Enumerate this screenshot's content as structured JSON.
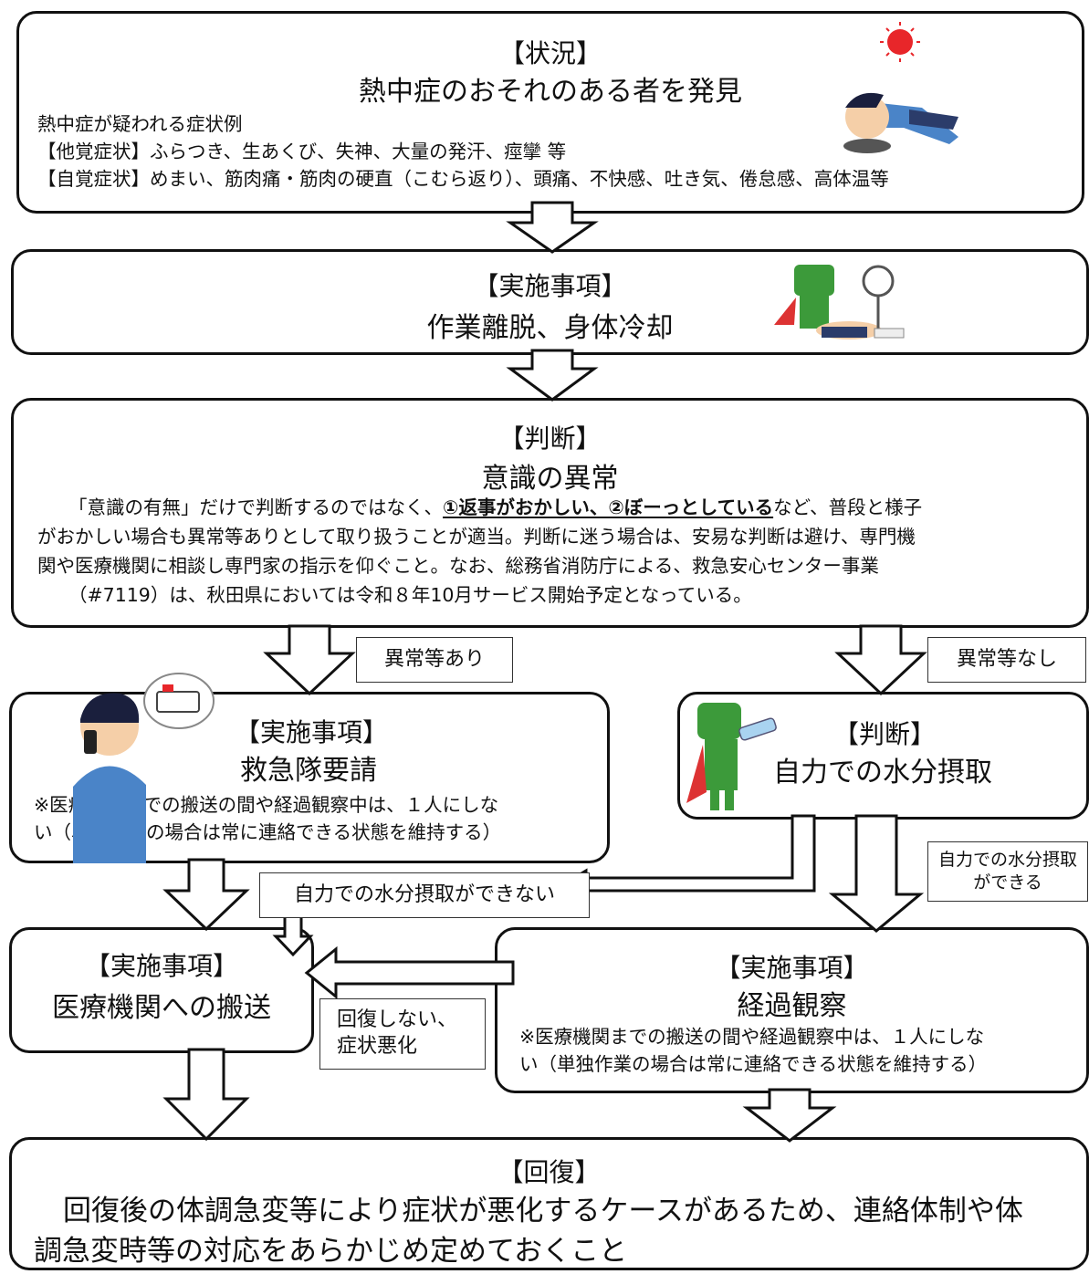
{
  "situation": {
    "heading": "【状況】",
    "title": "熱中症のおそれのある者を発見",
    "example_label": "熱中症が疑われる症状例",
    "objective": "【他覚症状】ふらつき、生あくび、失神、大量の発汗、痙攣 等",
    "subjective": "【自覚症状】めまい、筋肉痛・筋肉の硬直（こむら返り）、頭痛、不快感、吐き気、倦怠感、高体温等"
  },
  "action1": {
    "heading": "【実施事項】",
    "title": "作業離脱、身体冷却"
  },
  "judgment1": {
    "heading": "【判断】",
    "title": "意識の異常",
    "line1_a": "「意識の有無」だけで判断するのではなく、",
    "line1_b": "①返事がおかしい、②ぼーっとしている",
    "line1_c": "など、普段と様子",
    "line2": "がおかしい場合も異常等ありとして取り扱うことが適当。判断に迷う場合は、安易な判断は避け、専門機",
    "line3": "関や医療機関に相談し専門家の指示を仰ぐこと。なお、総務省消防庁による、救急安心センター事業",
    "line4": "（#7119）は、秋田県においては令和８年10月サービス開始予定となっている。"
  },
  "labels": {
    "abnormal_yes": "異常等あり",
    "abnormal_no": "異常等なし",
    "cannot_hydrate": "自力での水分摂取ができない",
    "can_hydrate": "自力での水分摂取ができる",
    "not_recovered": "回復しない、症状悪化"
  },
  "action_ambulance": {
    "heading": "【実施事項】",
    "title": "救急隊要請",
    "note_l1": "※医療機関までの搬送の間や経過観察中は、１人にしな",
    "note_l2": "い（単独作業の場合は常に連絡できる状態を維持する）"
  },
  "judgment2": {
    "heading": "【判断】",
    "title": "自力での水分摂取"
  },
  "action_transport": {
    "heading": "【実施事項】",
    "title": "医療機関への搬送"
  },
  "action_observe": {
    "heading": "【実施事項】",
    "title": "経過観察",
    "note_l1": "※医療機関までの搬送の間や経過観察中は、１人にしな",
    "note_l2": "い（単独作業の場合は常に連絡できる状態を維持する）"
  },
  "recovery": {
    "heading": "【回復】",
    "line1": "回復後の体調急変等により症状が悪化するケースがあるため、連絡体制や体",
    "line2": "調急変時等の対応をあらかじめ定めておくこと"
  },
  "colors": {
    "mascot_green": "#3c9a3a",
    "sun_red": "#e8262a",
    "shirt_blue": "#4a84c8"
  }
}
